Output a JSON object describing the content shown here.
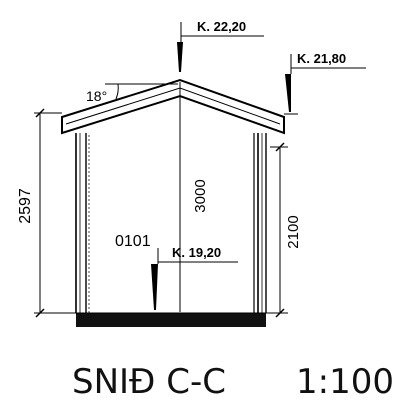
{
  "drawing": {
    "roof_angle": "18°",
    "ridge_level": "K. 22,20",
    "eave_level": "K. 21,80",
    "floor_level": "K. 19,20",
    "room_number": "0101",
    "total_height": "2597",
    "ridge_height": "3000",
    "wall_height": "2100",
    "title": "SNIÐ C-C",
    "scale": "1:100"
  }
}
